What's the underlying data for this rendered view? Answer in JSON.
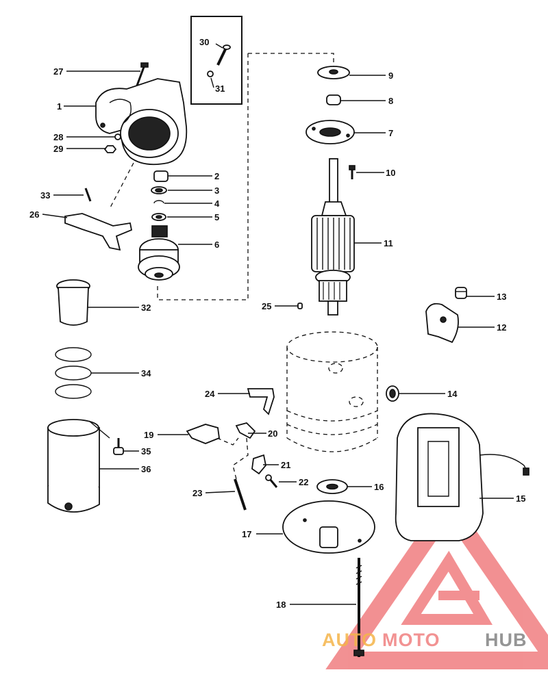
{
  "callouts": {
    "c1": "1",
    "c2": "2",
    "c3": "3",
    "c4": "4",
    "c5": "5",
    "c6": "6",
    "c7": "7",
    "c8": "8",
    "c9": "9",
    "c10": "10",
    "c11": "11",
    "c12": "12",
    "c13": "13",
    "c14": "14",
    "c15": "15",
    "c16": "16",
    "c17": "17",
    "c18": "18",
    "c19": "19",
    "c20": "20",
    "c21": "21",
    "c22": "22",
    "c23": "23",
    "c24": "24",
    "c25": "25",
    "c26": "26",
    "c27": "27",
    "c28": "28",
    "c29": "29",
    "c30": "30",
    "c31": "31",
    "c32": "32",
    "c33": "33",
    "c34": "34",
    "c35": "35",
    "c36": "36"
  },
  "watermark": {
    "part1": "AUTO",
    "part2": "MOTO",
    "part3": "HUB",
    "colors": {
      "auto": "#f5b54a",
      "moto": "#f08080",
      "hub": "#8a8a8a",
      "logo": "#e8373a"
    }
  }
}
